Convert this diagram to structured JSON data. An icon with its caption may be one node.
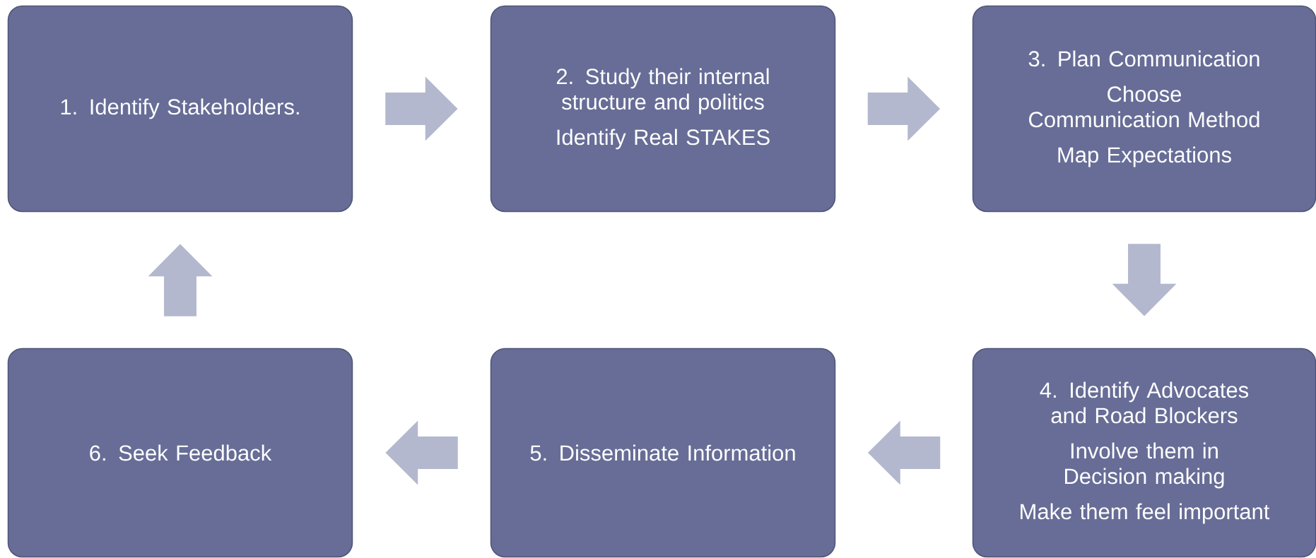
{
  "diagram": {
    "nodes": [
      {
        "text": [
          "1. Identify Stakeholders."
        ]
      },
      {
        "text": [
          "2. Study their internal structure and politics",
          "Identify Real STAKES"
        ]
      },
      {
        "text": [
          "3. Plan Communication",
          "Choose Communication Method",
          "Map Expectations"
        ]
      },
      {
        "text": [
          "4. Identify Advocates and Road Blockers",
          "Involve them in Decision making",
          "Make them feel important"
        ]
      },
      {
        "text": [
          "5. Disseminate Information"
        ]
      },
      {
        "text": [
          "6. Seek Feedback"
        ]
      }
    ],
    "edges": [
      {
        "from": 0,
        "to": 1,
        "arrow": "to"
      },
      {
        "from": 1,
        "to": 2,
        "arrow": "to"
      },
      {
        "from": 2,
        "to": 3,
        "arrow": "to"
      },
      {
        "from": 3,
        "to": 4,
        "arrow": "to"
      },
      {
        "from": 4,
        "to": 5,
        "arrow": "to"
      },
      {
        "from": 5,
        "to": 0,
        "arrow": "to"
      }
    ]
  }
}
